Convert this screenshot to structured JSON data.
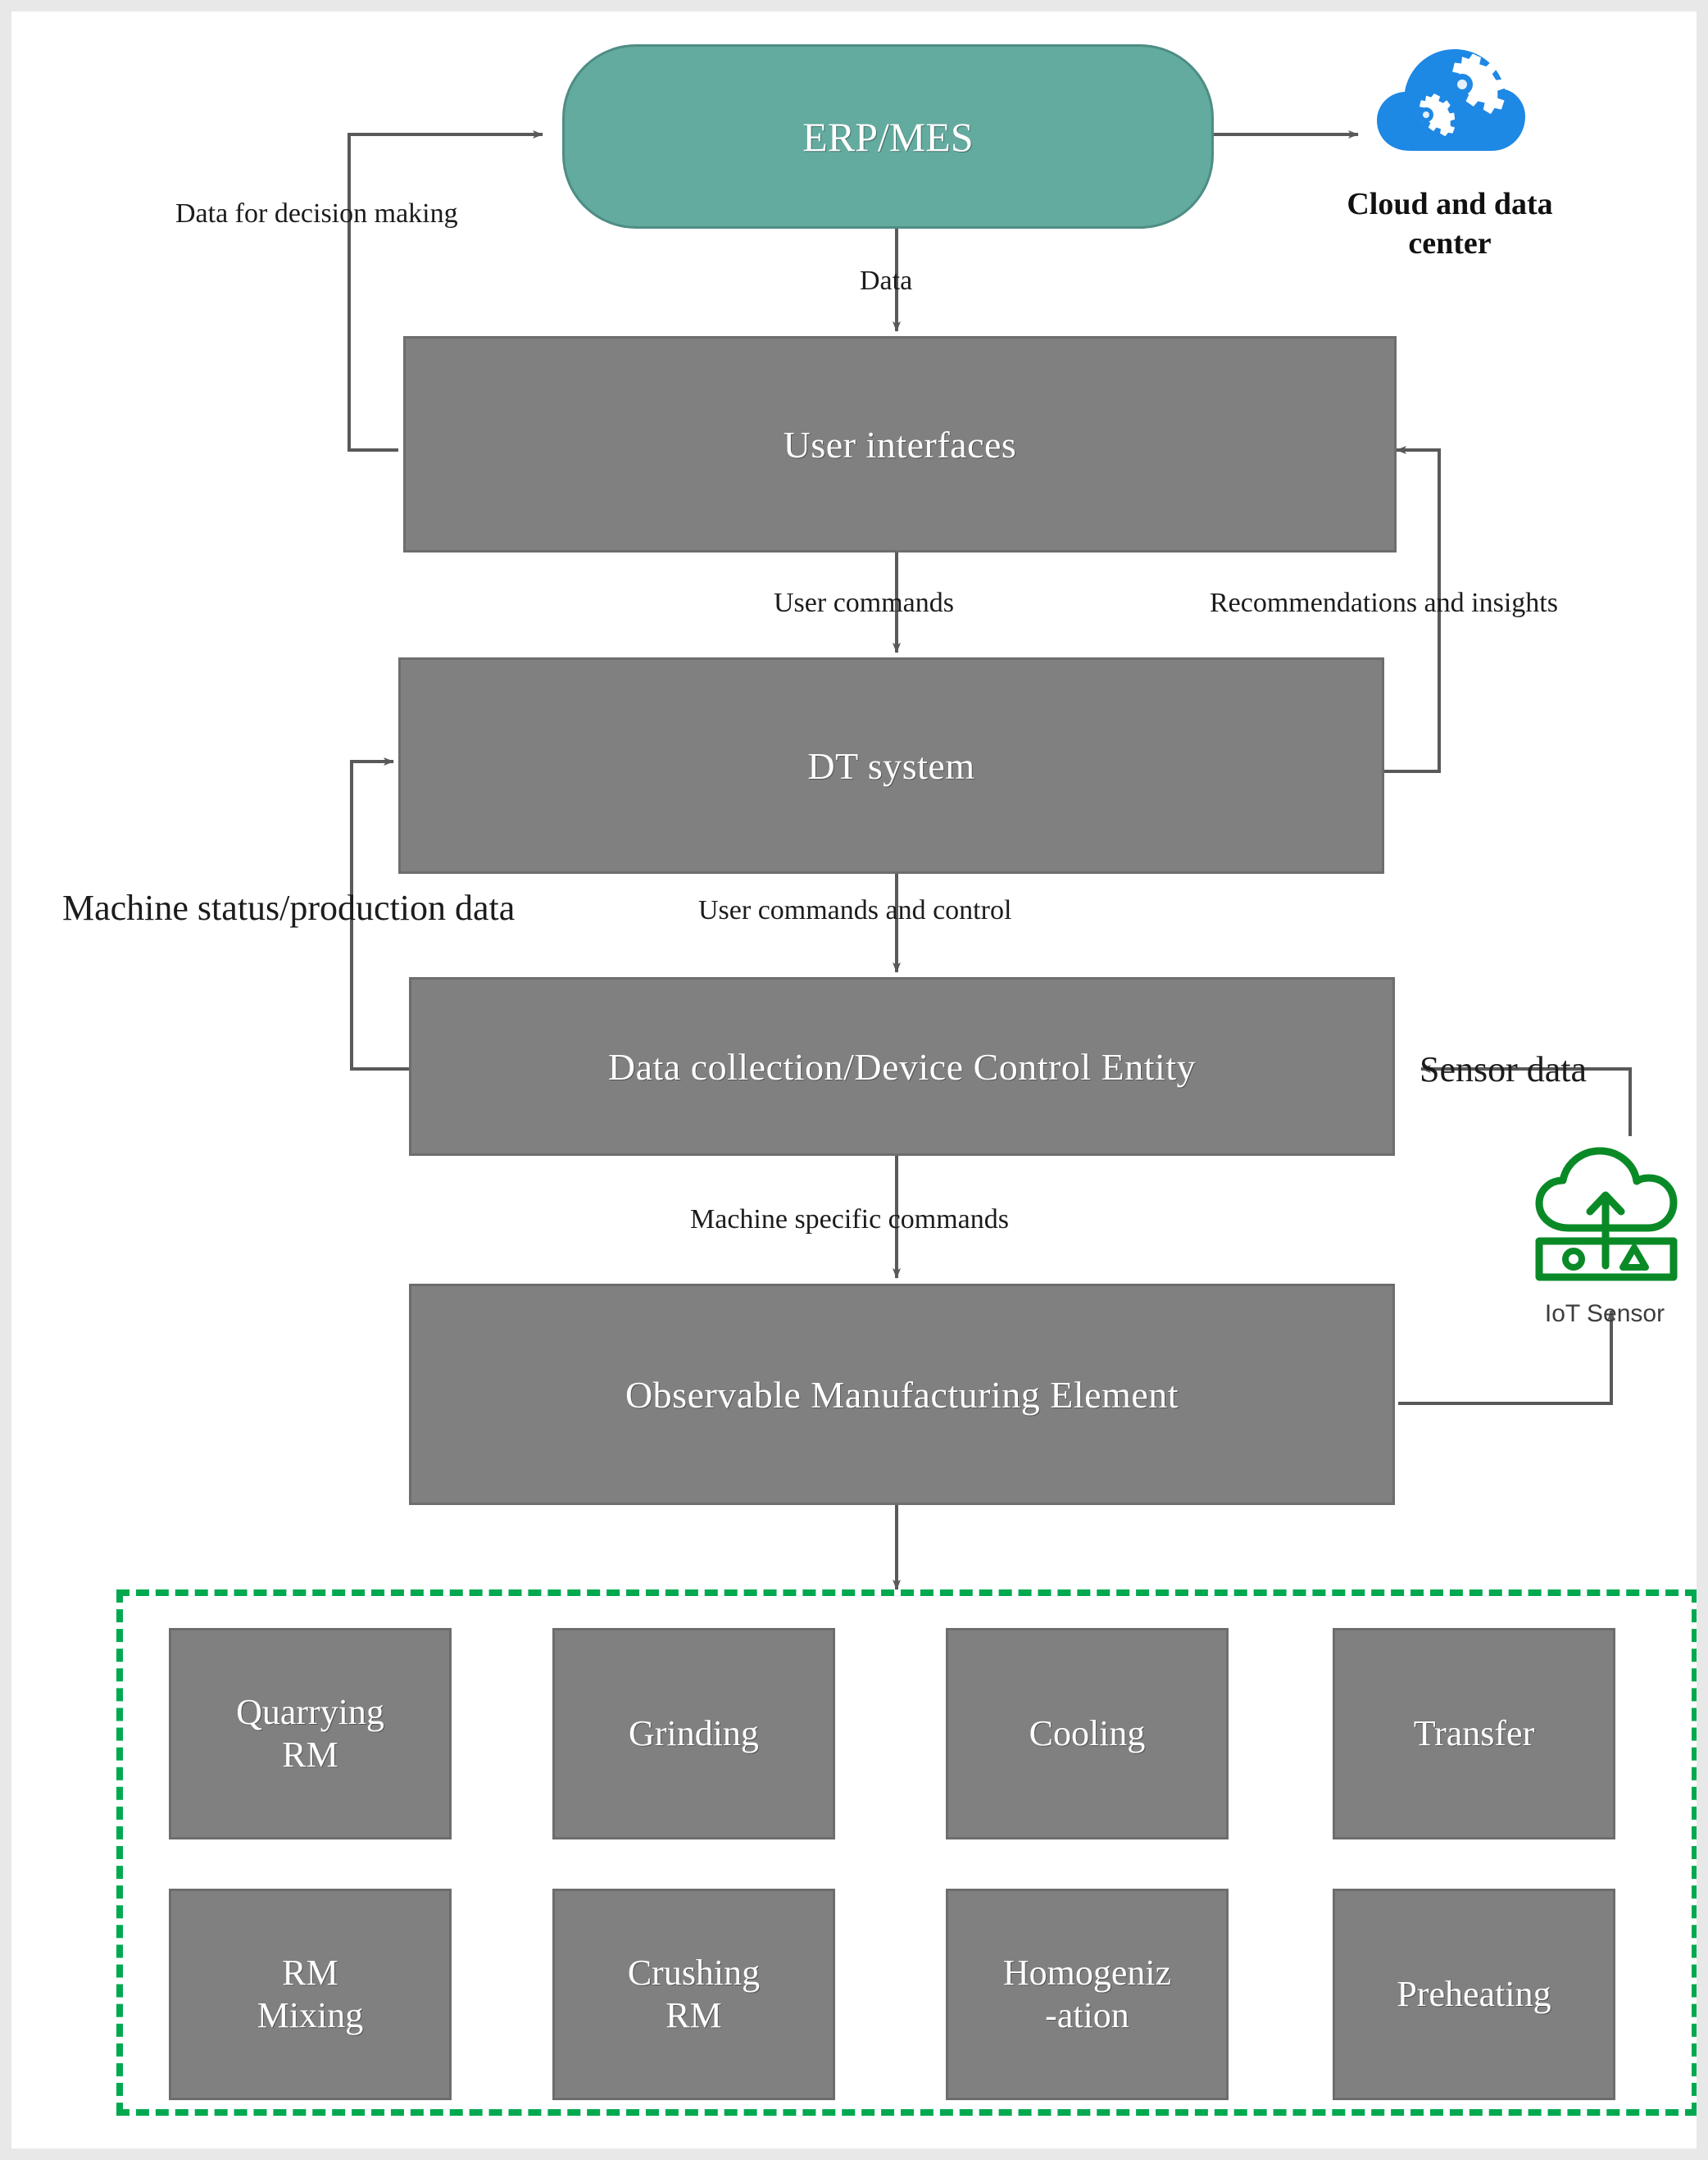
{
  "diagram": {
    "title": "Digital Twin architecture for cement manufacturing",
    "colors": {
      "box_fill": "#808080",
      "box_border": "#6d6d6d",
      "erp_fill": "#63aa9f",
      "erp_border": "#4e8d84",
      "cloud_blue": "#1e88e5",
      "iot_green": "#00a94f",
      "arrow_gray": "#595959",
      "frame_gray": "#e8e8e8"
    },
    "nodes": {
      "erp": "ERP/MES",
      "user_interfaces": "User interfaces",
      "dt_system": "DT system",
      "data_collection": "Data collection/Device Control Entity",
      "observable_element": "Observable Manufacturing Element"
    },
    "icons": {
      "cloud_data_center": {
        "name": "cloud-gears-icon",
        "caption": "Cloud and data\ncenter"
      },
      "iot_sensor": {
        "name": "iot-sensor-icon",
        "caption": "IoT Sensor"
      }
    },
    "edge_labels": {
      "data_for_decision_making": "Data for decision making",
      "data": "Data",
      "user_commands": "User commands",
      "recommendations_and_insights": "Recommendations and insights",
      "machine_status_production_data": "Machine status/production data",
      "user_commands_and_control": "User commands and control",
      "machine_specific_commands": "Machine specific commands",
      "sensor_data": "Sensor data"
    },
    "process_group": {
      "row1": [
        "Quarrying\nRM",
        "Grinding",
        "Cooling",
        "Transfer"
      ],
      "row2": [
        "RM\nMixing",
        "Crushing\nRM",
        "Homogeniz\n-ation",
        "Preheating"
      ]
    }
  }
}
